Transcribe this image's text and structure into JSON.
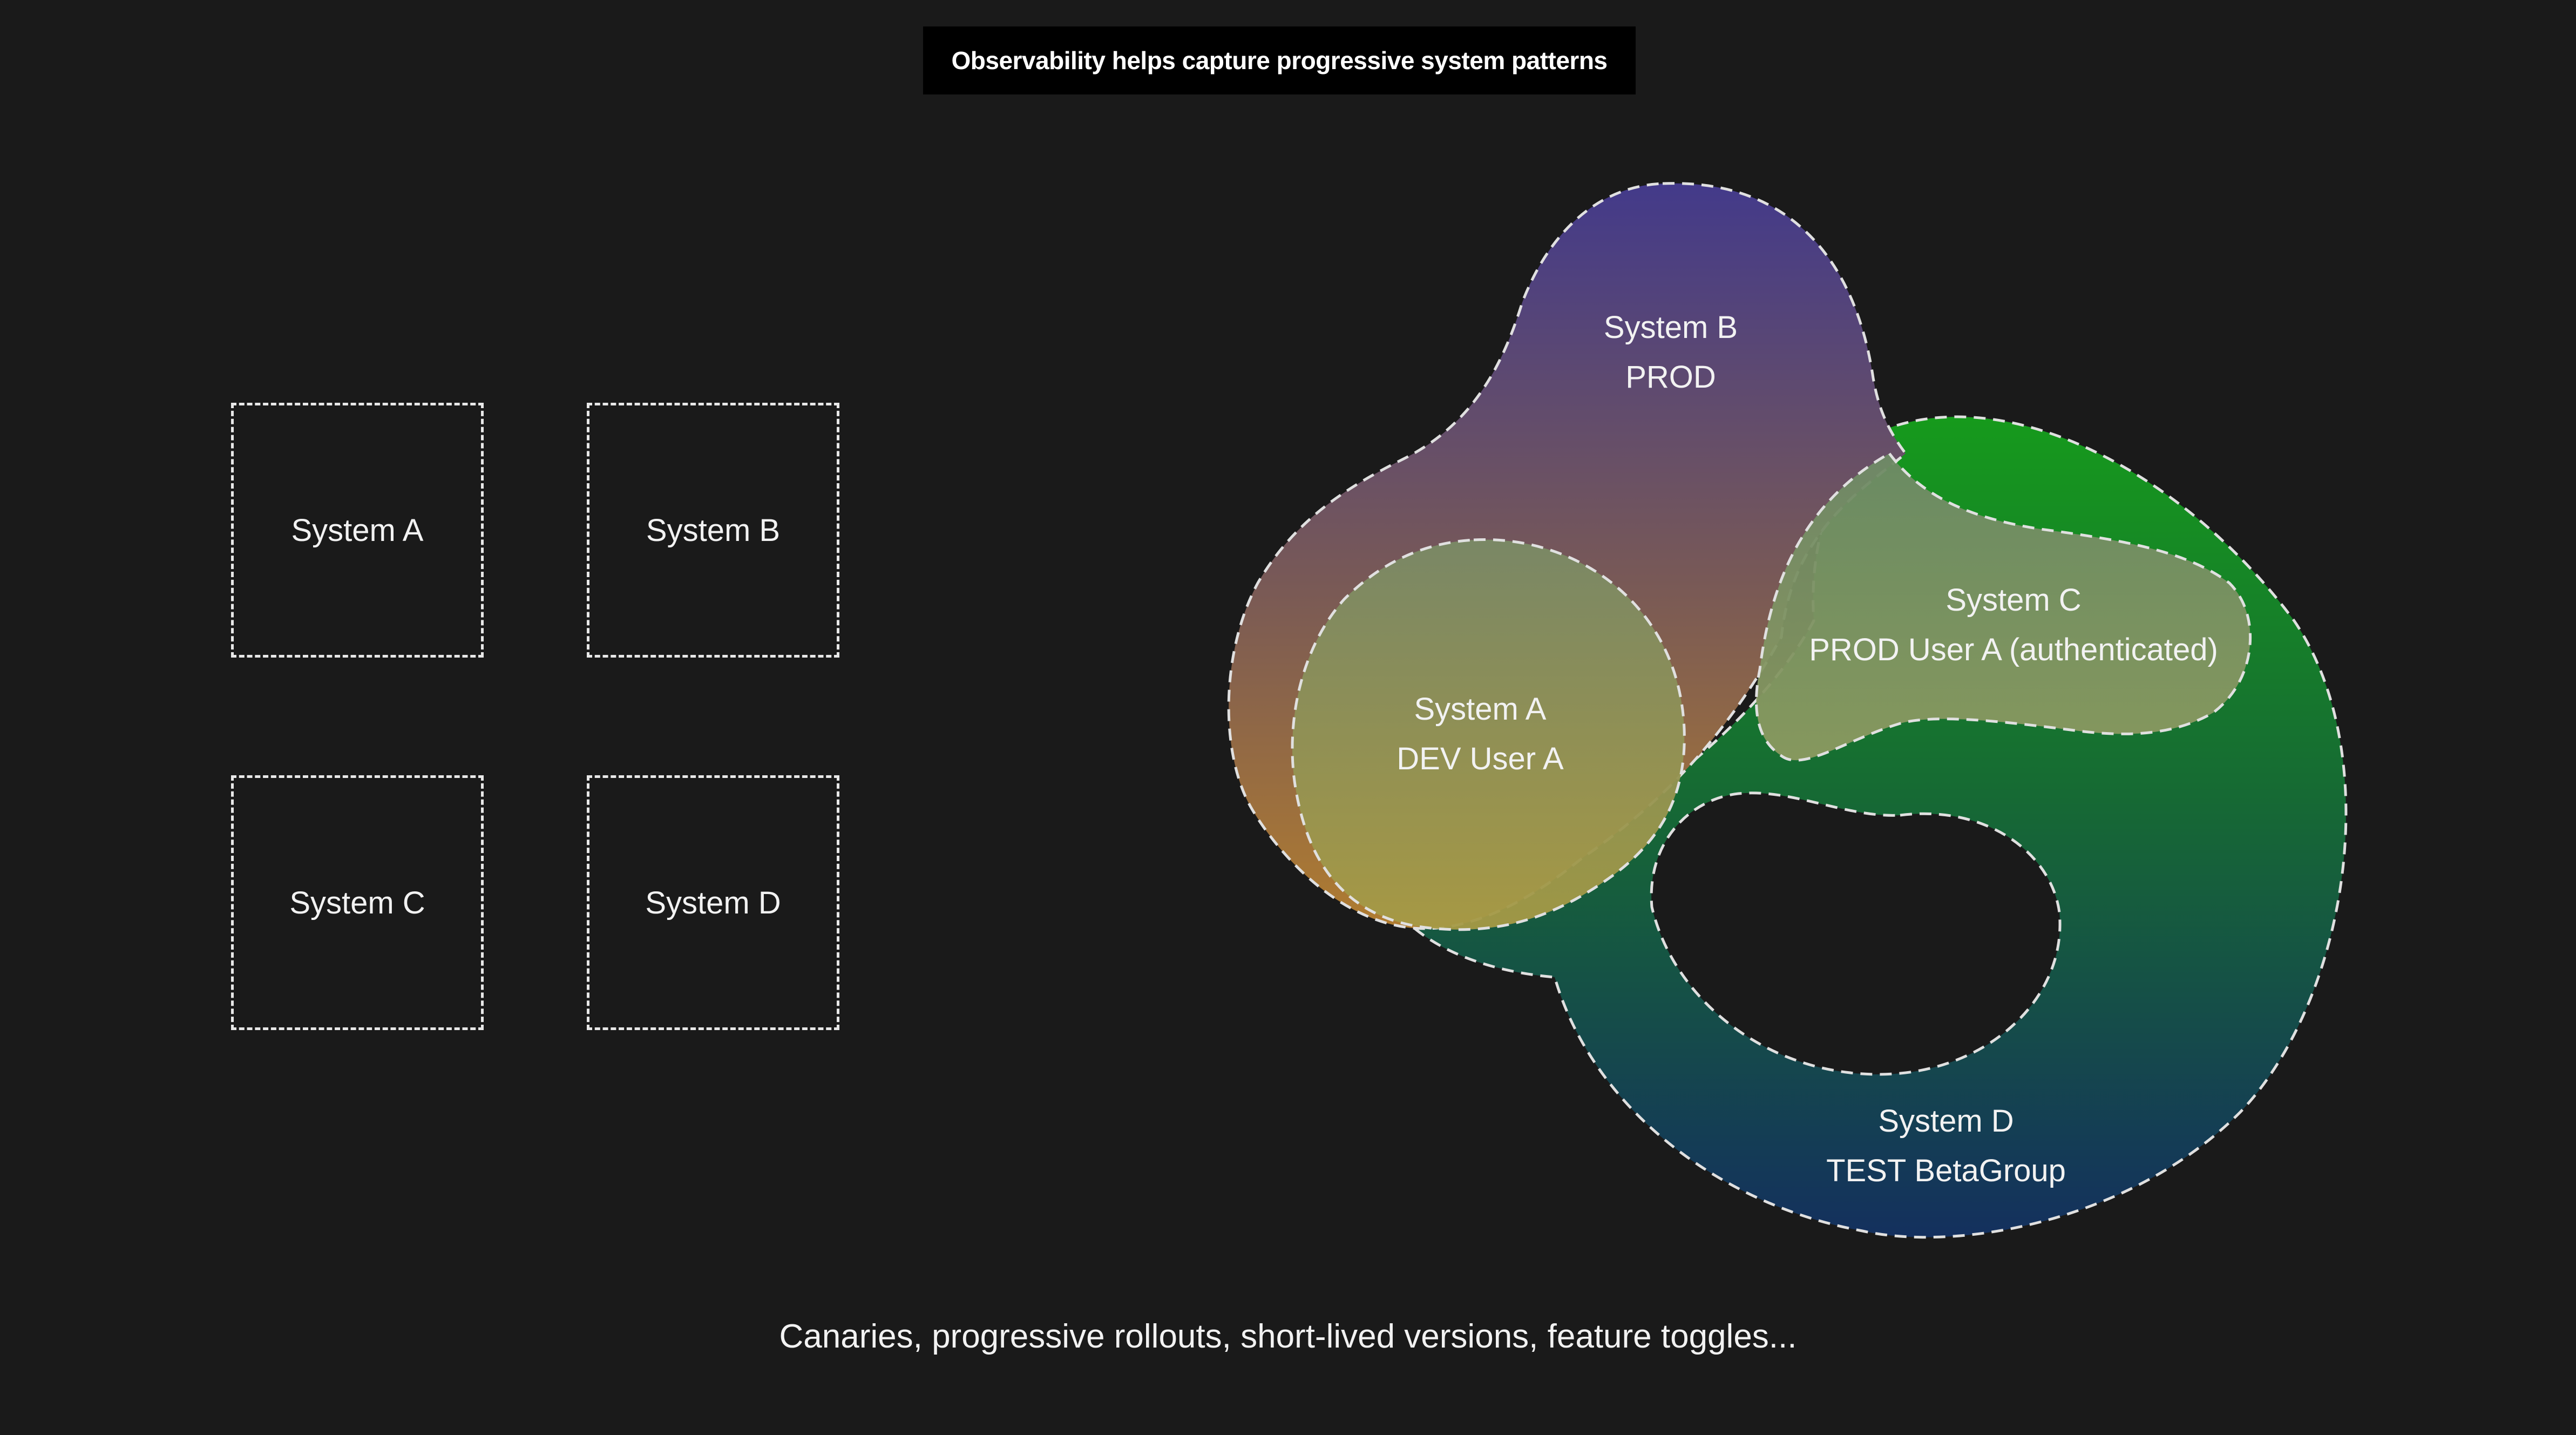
{
  "title": "Observability helps capture progressive system patterns",
  "systems": {
    "a": "System A",
    "b": "System B",
    "c": "System C",
    "d": "System D"
  },
  "regions": {
    "b": {
      "name": "System B",
      "label": "PROD"
    },
    "a": {
      "name": "System A",
      "label": "DEV User A"
    },
    "c": {
      "name": "System C",
      "label": "PROD User A (authenticated)"
    },
    "d": {
      "name": "System D",
      "label": "TEST BetaGroup"
    }
  },
  "caption": "Canaries, progressive rollouts, short-lived versions, feature toggles...",
  "colors": {
    "background": "#1a1a1a",
    "banner": "#000000",
    "region_b_top": "#433a8a",
    "region_b_bottom": "#a9773a",
    "region_d_top": "#15961a",
    "region_d_bottom": "#133160",
    "overlay": "#99a866",
    "dash": "#e0e0e0"
  }
}
